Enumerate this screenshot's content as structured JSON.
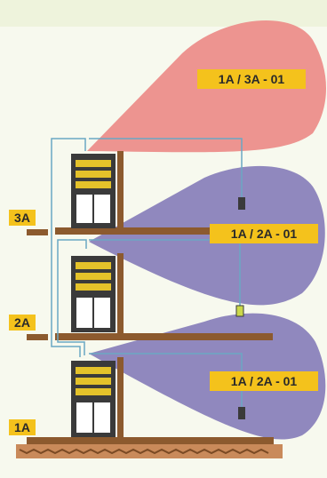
{
  "colors": {
    "background": "#f7f9ee",
    "pink_zone": "#ec8e8a",
    "purple_zone": "#8a82ba",
    "label_bg": "#f4c21c",
    "floor": "#8c5a2e",
    "cable": "#6aa7c4",
    "rack": "#3a3a3a",
    "panel": "#e4c22a"
  },
  "floors": [
    {
      "id": "1A",
      "label": "1A"
    },
    {
      "id": "2A",
      "label": "2A"
    },
    {
      "id": "3A",
      "label": "3A"
    }
  ],
  "zones": [
    {
      "label": "1A / 3A - 01",
      "color": "pink"
    },
    {
      "label": "1A / 2A - 01",
      "color": "purple"
    },
    {
      "label": "1A / 2A - 01",
      "color": "purple"
    }
  ]
}
